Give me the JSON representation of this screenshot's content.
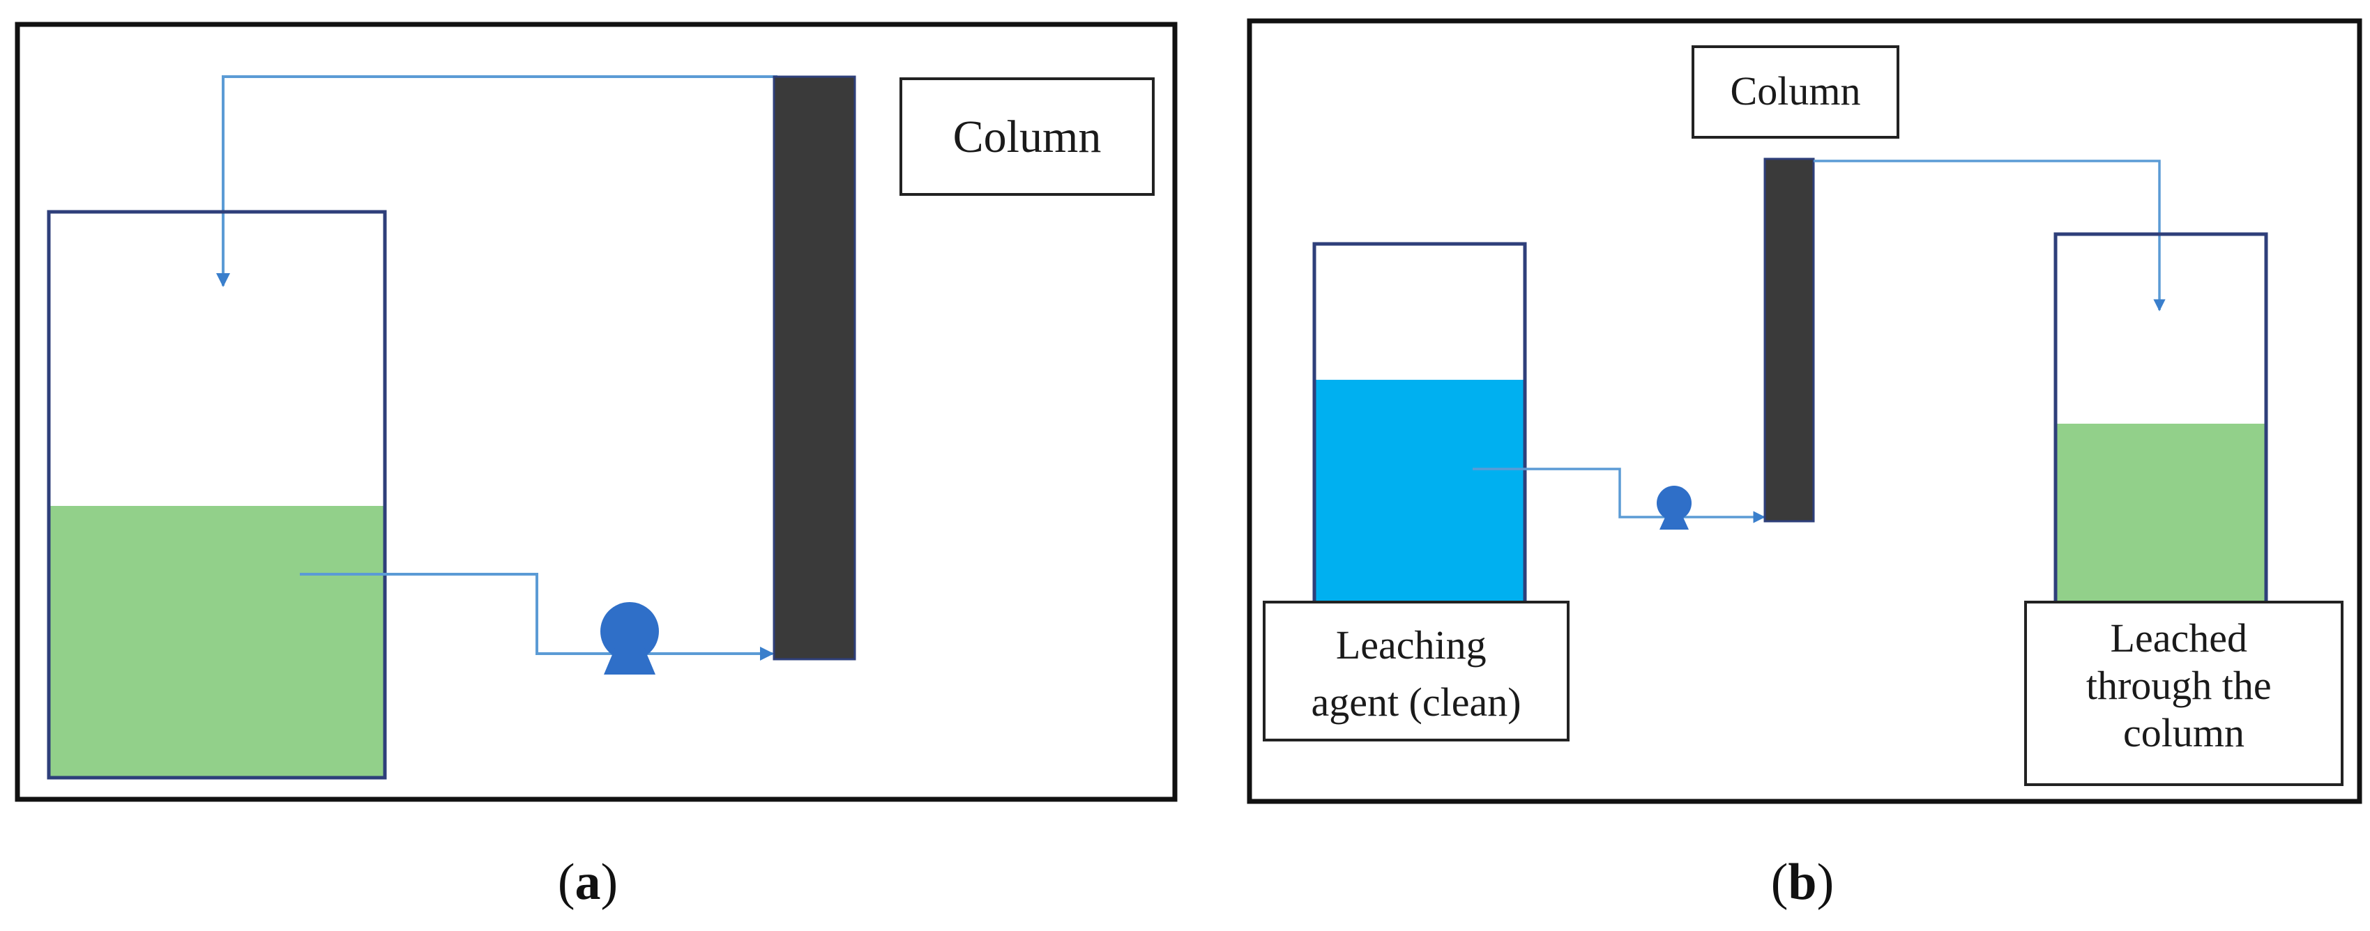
{
  "panel_a": {
    "column_label": "Column",
    "caption_open": "(",
    "caption_letter": "a",
    "caption_close": ")"
  },
  "panel_b": {
    "column_label": "Column",
    "source_label_line1": "Leaching",
    "source_label_line2": "agent (clean)",
    "receiver_label_line1": "Leached",
    "receiver_label_line2": "through the",
    "receiver_label_line3": "column",
    "caption_open": "(",
    "caption_letter": "b",
    "caption_close": ")"
  },
  "colors": {
    "column": "#3a3a3a",
    "pipe": "#5b9bd5",
    "pump": "#2f6fc8",
    "liquid_leached": "#92d08a",
    "liquid_clean": "#00b0f0",
    "vessel_outline": "#2e3f7a"
  },
  "icons": {
    "pump": "pump-icon"
  }
}
